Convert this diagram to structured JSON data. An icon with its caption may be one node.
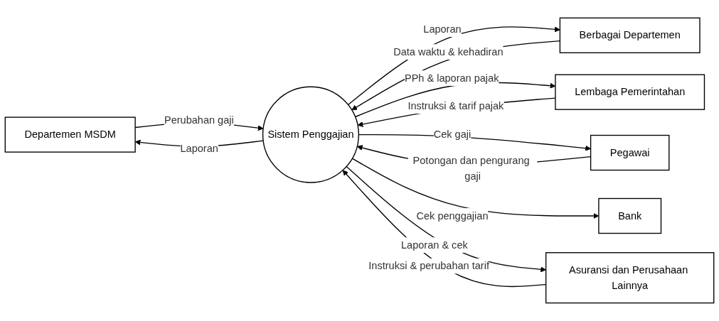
{
  "diagram": {
    "nodes": [
      {
        "text": [
          "Departemen MSDM"
        ]
      },
      {
        "text": [
          "Berbagai Departemen"
        ]
      },
      {
        "text": [
          "Lembaga Pemerintahan"
        ]
      },
      {
        "text": [
          "Sistem Penggajian"
        ]
      },
      {
        "text": [
          "Pegawai"
        ]
      },
      {
        "text": [
          "Bank"
        ]
      },
      {
        "text": [
          "Asuransi dan Perusahaan Lainnya"
        ]
      }
    ],
    "edges": [
      {
        "from": 0,
        "to": 3,
        "arrow": "to",
        "label": "Perubahan gaji"
      },
      {
        "from": 3,
        "to": 0,
        "arrow": "to",
        "label": "Laporan"
      },
      {
        "from": 1,
        "to": 3,
        "arrow": "to",
        "label": "Data waktu & kehadiran"
      },
      {
        "from": 3,
        "to": 1,
        "arrow": "to",
        "label": "Laporan"
      },
      {
        "from": 3,
        "to": 2,
        "arrow": "to",
        "label": "PPh & laporan pajak"
      },
      {
        "from": 2,
        "to": 3,
        "arrow": "to",
        "label": "Instruksi & tarif pajak"
      },
      {
        "from": 3,
        "to": 4,
        "arrow": "to",
        "label": "Cek gaji"
      },
      {
        "from": 4,
        "to": 3,
        "arrow": "to",
        "label": "Potongan dan pengurang gaji"
      },
      {
        "from": 3,
        "to": 5,
        "arrow": "to",
        "label": "Cek penggajian"
      },
      {
        "from": 6,
        "to": 3,
        "arrow": "to",
        "label": "Instruksi & perubahan tarif"
      },
      {
        "from": 3,
        "to": 6,
        "arrow": "to",
        "label": "Laporan & cek"
      }
    ]
  }
}
